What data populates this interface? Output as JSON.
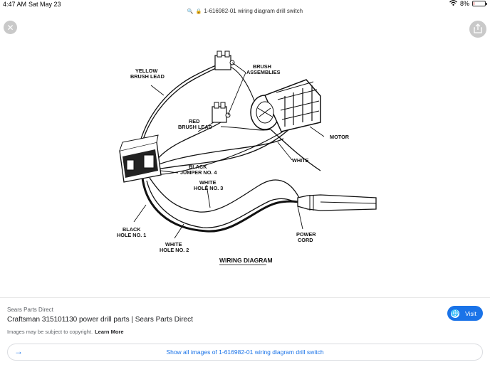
{
  "status_bar": {
    "time": "4:47 AM",
    "date": "Sat May 23",
    "battery": "8%",
    "battery_level": 0.08,
    "wifi_icon": "wifi-icon"
  },
  "url_bar": {
    "url": "1-616982-01 wiring diagram drill switch",
    "search_icon": "search-icon",
    "lock_icon": "lock-icon"
  },
  "controls": {
    "close_icon": "close-icon",
    "share_icon": "share-icon"
  },
  "diagram": {
    "labels": {
      "yellow_brush_lead": [
        "YELLOW",
        "BRUSH LEAD"
      ],
      "brush_assemblies": [
        "BRUSH",
        "ASSEMBLIES"
      ],
      "red_brush_lead": [
        "RED",
        "BRUSH LEAD"
      ],
      "motor": "MOTOR",
      "white": "WHITE",
      "black_jumper": [
        "BLACK",
        "JUMPER NO. 4"
      ],
      "white_hole_3": [
        "WHITE",
        "HOLE NO. 3"
      ],
      "black_hole_1": [
        "BLACK",
        "HOLE NO. 1"
      ],
      "white_hole_2": [
        "WHITE",
        "HOLE NO. 2"
      ],
      "power_cord": [
        "POWER",
        "CORD"
      ],
      "title": "WIRING DIAGRAM"
    }
  },
  "info": {
    "source": "Sears Parts Direct",
    "title": "Craftsman 315101130 power drill parts | Sears Parts Direct",
    "copyright": "Images may be subject to copyright.",
    "learn_more": "Learn More",
    "visit_label": "Visit",
    "visit_icon": "globe-icon",
    "show_all": "Show all images of 1-616982-01 wiring diagram drill switch",
    "show_all_icon": "arrow-right-icon"
  }
}
